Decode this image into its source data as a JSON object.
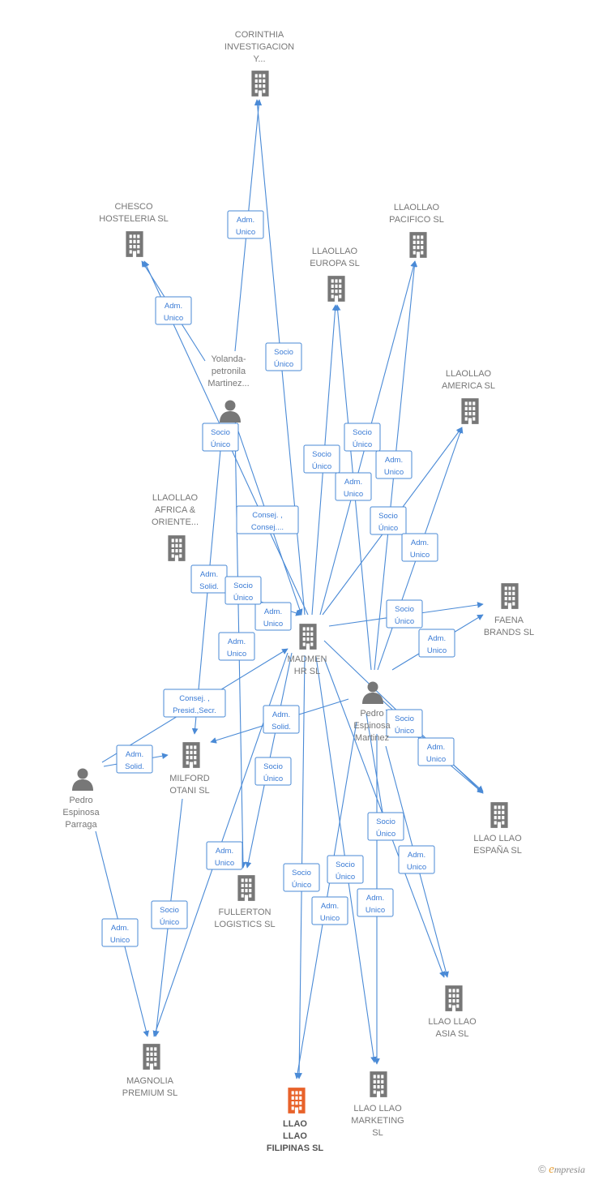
{
  "colors": {
    "edge": "#4a8ad6",
    "node": "#777777",
    "focus": "#e8622a"
  },
  "nodes": [
    {
      "id": "corinthia",
      "type": "company",
      "label": [
        "CORINTHIA",
        "INVESTIGACION",
        "Y..."
      ]
    },
    {
      "id": "chesco",
      "type": "company",
      "label": [
        "CHESCO",
        "HOSTELERIA SL"
      ]
    },
    {
      "id": "pacifico",
      "type": "company",
      "label": [
        "LLAOLLAO",
        "PACIFICO  SL"
      ]
    },
    {
      "id": "europa",
      "type": "company",
      "label": [
        "LLAOLLAO",
        "EUROPA  SL"
      ]
    },
    {
      "id": "america",
      "type": "company",
      "label": [
        "LLAOLLAO",
        "AMERICA  SL"
      ]
    },
    {
      "id": "yolanda",
      "type": "person",
      "label": [
        "Yolanda-",
        "petronila",
        "Martinez..."
      ]
    },
    {
      "id": "africa",
      "type": "company",
      "label": [
        "LLAOLLAO",
        "AFRICA &",
        "ORIENTE..."
      ]
    },
    {
      "id": "faena",
      "type": "company",
      "label": [
        "FAENA",
        "BRANDS  SL"
      ]
    },
    {
      "id": "madmen",
      "type": "company",
      "label": [
        "MADMEN",
        "HR  SL"
      ]
    },
    {
      "id": "pedro_m",
      "type": "person",
      "label": [
        "Pedro",
        "Espinosa",
        "Martinez"
      ]
    },
    {
      "id": "pedro_p",
      "type": "person",
      "label": [
        "Pedro",
        "Espinosa",
        "Parraga"
      ]
    },
    {
      "id": "milford",
      "type": "company",
      "label": [
        "MILFORD",
        "OTANI  SL"
      ]
    },
    {
      "id": "espana",
      "type": "company",
      "label": [
        "LLAO LLAO",
        "ESPAÑA  SL"
      ]
    },
    {
      "id": "fullerton",
      "type": "company",
      "label": [
        "FULLERTON",
        "LOGISTICS  SL"
      ]
    },
    {
      "id": "asia",
      "type": "company",
      "label": [
        "LLAO LLAO",
        "ASIA  SL"
      ]
    },
    {
      "id": "magnolia",
      "type": "company",
      "label": [
        "MAGNOLIA",
        "PREMIUM  SL"
      ]
    },
    {
      "id": "filipinas",
      "type": "company",
      "focus": true,
      "label": [
        "LLAO",
        "LLAO",
        "FILIPINAS  SL"
      ]
    },
    {
      "id": "marketing",
      "type": "company",
      "label": [
        "LLAO LLAO",
        "MARKETING",
        "SL"
      ]
    }
  ],
  "edge_labels": [
    [
      "Adm.",
      "Unico"
    ],
    [
      "Adm.",
      "Unico"
    ],
    [
      "Socio",
      "Único"
    ],
    [
      "Socio",
      "Único"
    ],
    [
      "Socio",
      "Único"
    ],
    [
      "Socio",
      "Único"
    ],
    [
      "Adm.",
      "Unico"
    ],
    [
      "Adm.",
      "Unico"
    ],
    [
      "Consej. ,",
      "Consej...."
    ],
    [
      "Socio",
      "Único"
    ],
    [
      "Adm.",
      "Unico"
    ],
    [
      "Adm.",
      "Solid."
    ],
    [
      "Socio",
      "Único"
    ],
    [
      "Adm.",
      "Unico"
    ],
    [
      "Socio",
      "Único"
    ],
    [
      "Adm.",
      "Unico"
    ],
    [
      "Adm.",
      "Unico"
    ],
    [
      "Consej. ,",
      "Presid.,Secr."
    ],
    [
      "Adm.",
      "Solid."
    ],
    [
      "Socio",
      "Único"
    ],
    [
      "Adm.",
      "Unico"
    ],
    [
      "Adm.",
      "Solid."
    ],
    [
      "Socio",
      "Único"
    ],
    [
      "Socio",
      "Único"
    ],
    [
      "Socio",
      "Único"
    ],
    [
      "Adm.",
      "Unico"
    ],
    [
      "Socio",
      "Único"
    ],
    [
      "Socio",
      "Único"
    ],
    [
      "Socio",
      "Único"
    ],
    [
      "Adm.",
      "Unico"
    ],
    [
      "Adm.",
      "Unico"
    ],
    [
      "Adm.",
      "Unico"
    ],
    [
      "Adm.",
      "Unico"
    ]
  ],
  "footer": {
    "copyright": "©",
    "brand_initial": "e",
    "brand_rest": "mpresia"
  }
}
